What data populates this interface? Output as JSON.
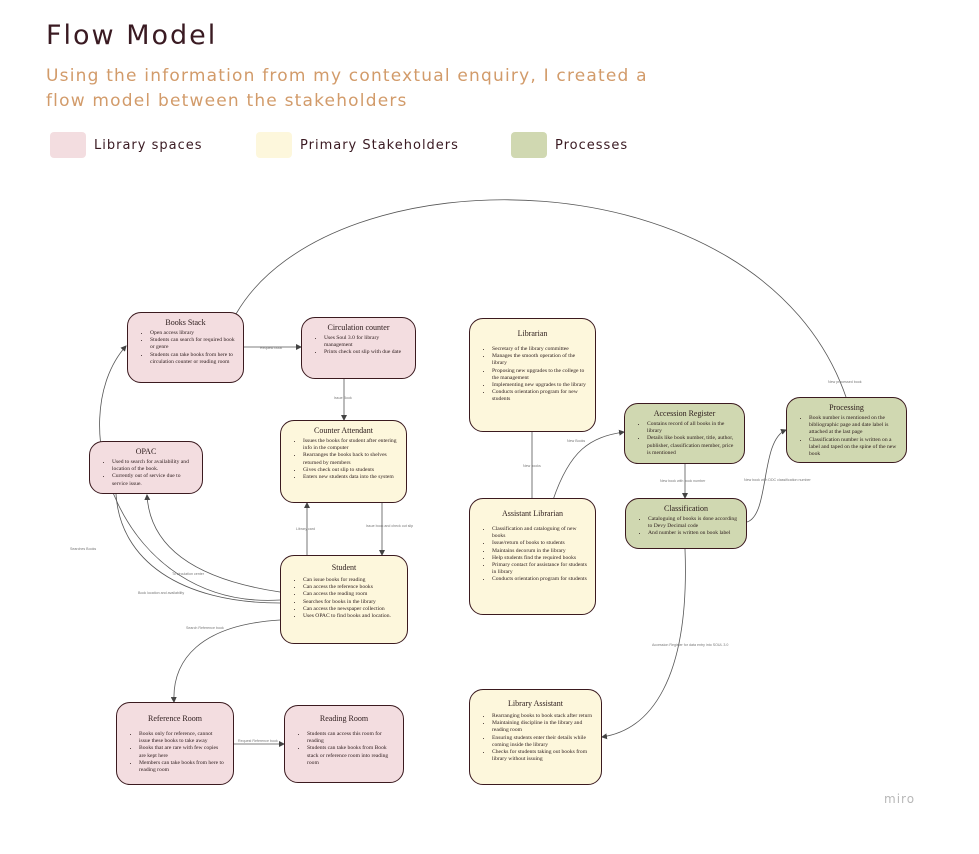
{
  "title": "Flow Model",
  "subtitle": "Using the information from my contextual enquiry, I created a flow model between the stakeholders",
  "legend": [
    {
      "label": "Library spaces",
      "color": "#f3dde0"
    },
    {
      "label": "Primary Stakeholders",
      "color": "#fdf7dc"
    },
    {
      "label": "Processes",
      "color": "#d0d8b1"
    }
  ],
  "nodes": {
    "books_stack": {
      "title": "Books Stack",
      "items": [
        "Open access library",
        "Students can search for required book or genre",
        "Students can take books from here to circulation counter or reading room"
      ]
    },
    "circulation": {
      "title": "Circulation counter",
      "items": [
        "Uses Soul 3.0 for library management",
        "Prints check out slip with due date"
      ]
    },
    "librarian": {
      "title": "Librarian",
      "items": [
        "Secretary of the library committee",
        "Manages the smooth operation of the library",
        "Proposing new upgrades to the college to the management",
        "Implementing new upgrades to the library",
        "Conducts orientation program for new students"
      ]
    },
    "opac": {
      "title": "OPAC",
      "items": [
        "Used to search for availability and location of the book.",
        "Currently out of service due to service issue."
      ]
    },
    "counter_attendant": {
      "title": "Counter Attendant",
      "items": [
        "Issues the books for student after entering info in the computer",
        "Rearranges the books back to shelves returned by members",
        "Gives check out slip to students",
        "Enters new students data into the system"
      ]
    },
    "accession": {
      "title": "Accession Register",
      "items": [
        "Contains record of all books in the library",
        "Details like book number, title, author, publisher, classification member, price is mentioned"
      ]
    },
    "processing": {
      "title": "Processing",
      "items": [
        "Book number is mentioned on the bibliographic page and date label is attached at the last page",
        "Classification number is written on a label and taped on the spine of the new book"
      ]
    },
    "classification": {
      "title": "Classification",
      "items": [
        "Cataloguing of books is done according to Devy Decimal code",
        "And number is written on book label"
      ]
    },
    "assistant_librarian": {
      "title": "Assistant Librarian",
      "items": [
        "Classification and cataloguing of new books",
        "Issue/return of books to students",
        "Maintains decorum in the library",
        "Help students find the required books",
        "Primary contact for assistance for students in library",
        "Conducts orientation program for students"
      ]
    },
    "student": {
      "title": "Student",
      "items": [
        "Can issue books for reading",
        "Can access the reference books",
        "Can access the reading room",
        "Searches for books in the library",
        "Can access the newspaper collection",
        "Uses OPAC to find books and location."
      ]
    },
    "reference_room": {
      "title": "Reference Room",
      "items": [
        "Books only for reference, cannot issue these books to take away",
        "Books that are rare with few copies are kept here",
        "Members can take books from here to reading room"
      ]
    },
    "reading_room": {
      "title": "Reading Room",
      "items": [
        "Students can access this room for reading",
        "Students can take books from Book stack or reference room into reading room"
      ]
    },
    "library_assistant": {
      "title": "Library Assistant",
      "items": [
        "Rearranging books to book stack after return",
        "Maintaining discipline in the library and reading room",
        "Ensuring students enter their details while coming inside the library",
        "Checks for students taking out books from library without issuing"
      ]
    }
  },
  "edge_labels": {
    "request_book": "Request book",
    "issue_book": "Issue Book",
    "library_card": "Library card",
    "issue_book_checkout": "Issue book and check out slip",
    "new_books_librarian": "New books",
    "new_books_accession": "New Books",
    "new_book_number": "New book with book number",
    "new_book_ddc": "New book with DDC classification number",
    "new_processed_book": "New processed book",
    "search_books": "Searches Books",
    "book_location": "Book location and availability",
    "to_circulation": "To circulation center",
    "search_reference": "Search Reference book",
    "request_reference": "Request Reference book",
    "accession_soul": "Accession Register for data entry into SOUL 3.0"
  },
  "watermark": "miro"
}
